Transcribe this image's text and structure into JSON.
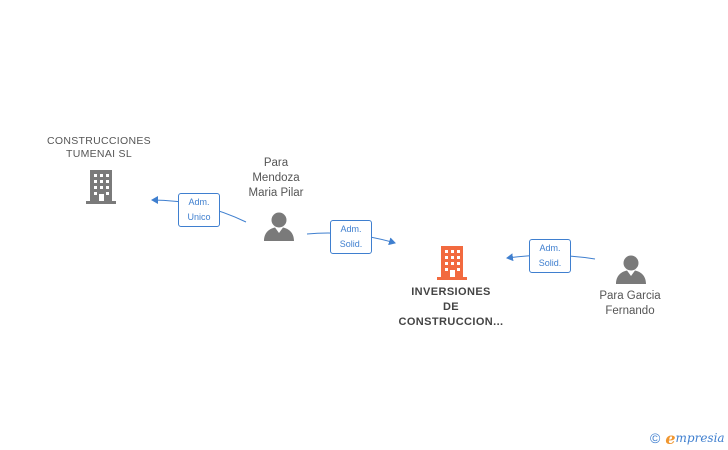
{
  "colors": {
    "company_gray": "#7a7a7a",
    "company_main": "#f26a3f",
    "person": "#7a7a7a",
    "edge": "#3f7fcf",
    "brand_e": "#f0962f"
  },
  "nodes": [
    {
      "id": "construcciones-tumenai",
      "type": "company",
      "icon": "building-icon",
      "label_lines": [
        "CONSTRUCCIONES",
        "TUMENAI SL"
      ]
    },
    {
      "id": "para-mendoza",
      "type": "person",
      "icon": "person-icon",
      "label_lines": [
        "Para",
        "Mendoza",
        "Maria Pilar"
      ]
    },
    {
      "id": "inversiones",
      "type": "company-main",
      "icon": "building-icon",
      "label_lines": [
        "INVERSIONES",
        "DE",
        "CONSTRUCCION..."
      ]
    },
    {
      "id": "para-garcia",
      "type": "person",
      "icon": "person-icon",
      "label_lines": [
        "Para Garcia",
        "Fernando"
      ]
    }
  ],
  "edges": [
    {
      "from": "para-mendoza",
      "to": "construcciones-tumenai",
      "label_lines": [
        "Adm.",
        "Unico"
      ]
    },
    {
      "from": "para-mendoza",
      "to": "inversiones",
      "label_lines": [
        "Adm.",
        "Solid."
      ]
    },
    {
      "from": "para-garcia",
      "to": "inversiones",
      "label_lines": [
        "Adm.",
        "Solid."
      ]
    }
  ],
  "brand": {
    "copyright_symbol": "©",
    "name_initial": "e",
    "name_rest": "mpresia"
  }
}
